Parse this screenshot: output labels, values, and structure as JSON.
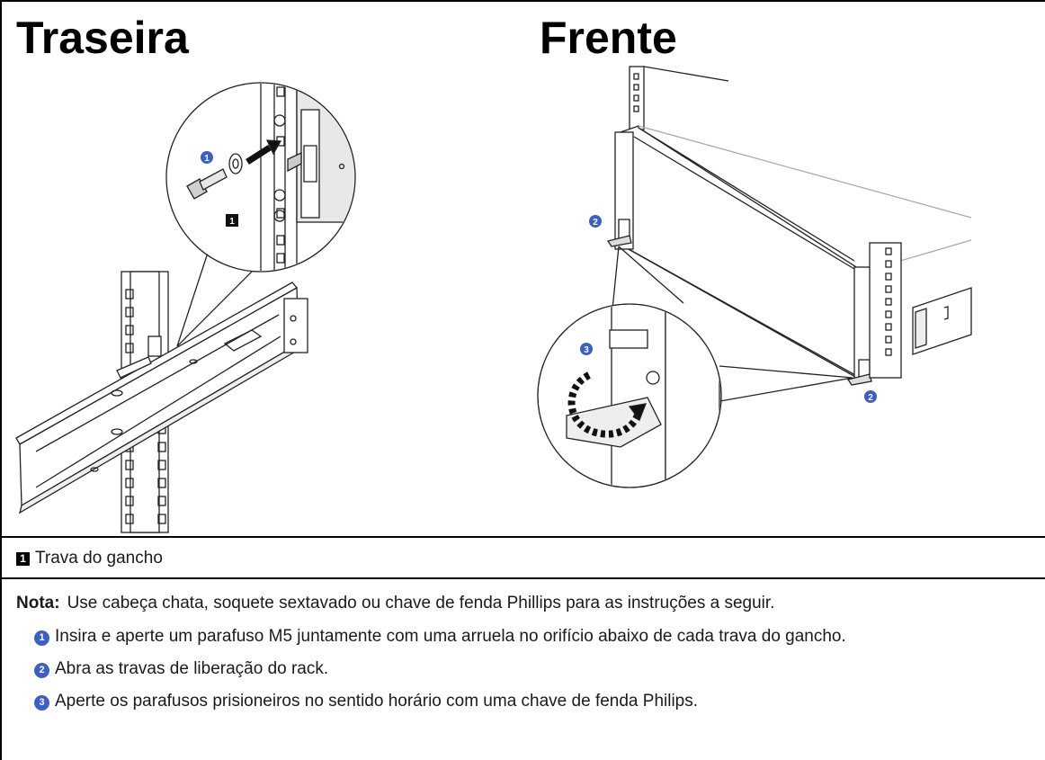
{
  "figure": {
    "left_heading": "Traseira",
    "right_heading": "Frente",
    "callouts": {
      "hook_lock": "1",
      "screw_step": "1",
      "latch_step": "2",
      "thumbscrew_step": "3"
    }
  },
  "legend": {
    "number": "1",
    "label": "Trava do gancho"
  },
  "note": {
    "prefix": "Nota:",
    "text": "Use cabeça chata, soquete sextavado ou chave de fenda Phillips para as instruções a seguir."
  },
  "steps": [
    {
      "num": "1",
      "text": "Insira e aperte um parafuso M5 juntamente com uma arruela no orifício abaixo de cada trava do gancho."
    },
    {
      "num": "2",
      "text": "Abra as travas de liberação do rack."
    },
    {
      "num": "3",
      "text": "Aperte os parafusos prisioneiros no sentido horário com uma chave de fenda Philips."
    }
  ],
  "colors": {
    "callout_blue": "#3b5fc4",
    "line": "#000000"
  }
}
